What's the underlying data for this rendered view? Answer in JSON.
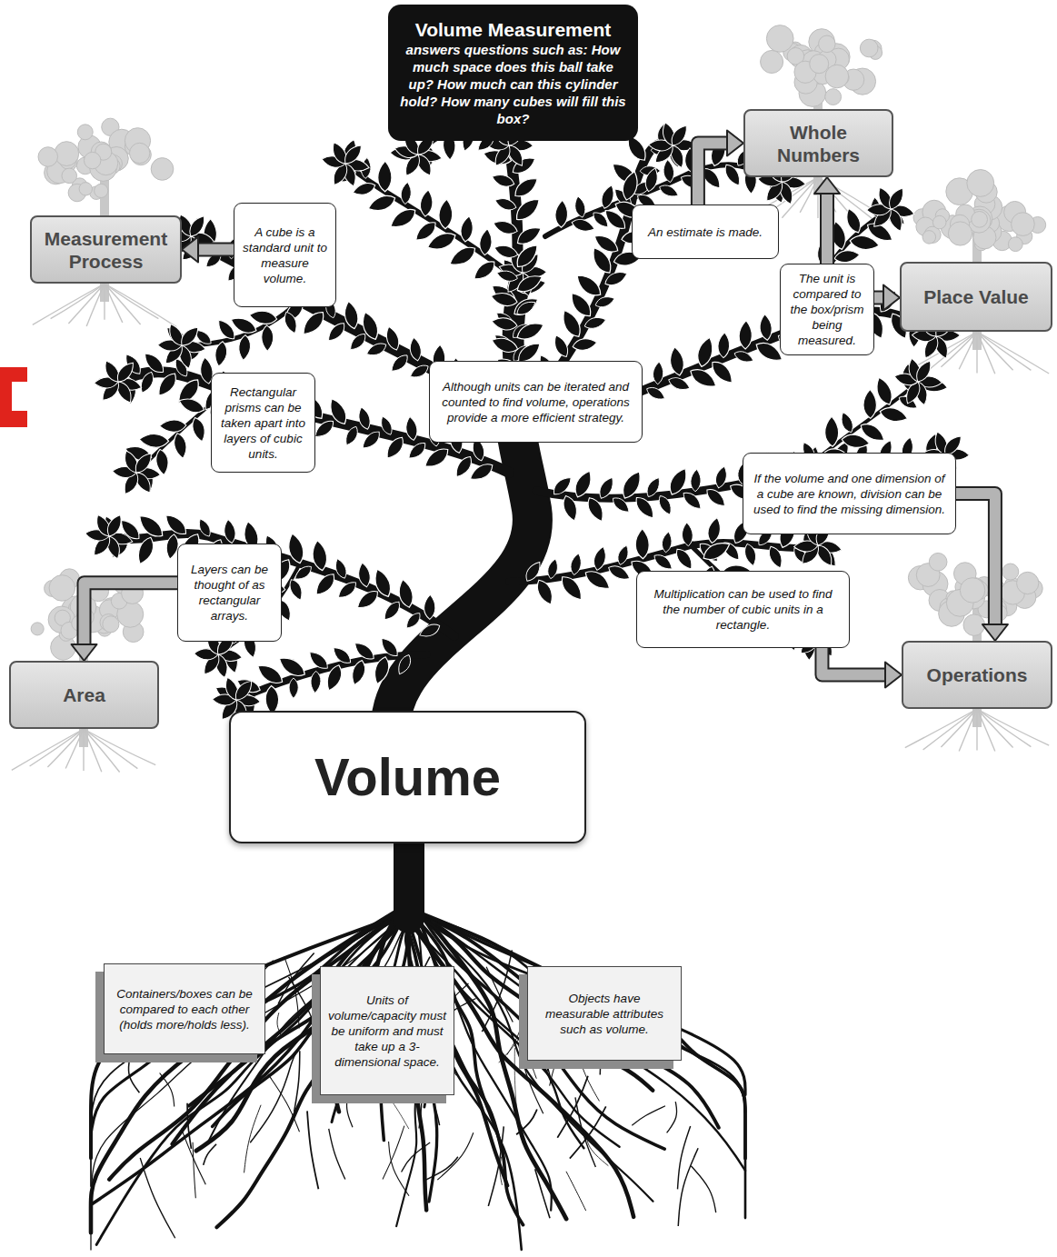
{
  "diagram": {
    "nodes": [
      {
        "text": [
          "Volume Measurement",
          "answers questions such as: How much space does this ball take up? How much can this cylinder hold? How many cubes will fill this box?"
        ]
      },
      {
        "text": [
          "Whole Numbers"
        ]
      },
      {
        "text": [
          "Measurement Process"
        ]
      },
      {
        "text": [
          "A cube is a standard unit to measure volume."
        ]
      },
      {
        "text": [
          "An estimate is made."
        ]
      },
      {
        "text": [
          "The unit is compared to the box/prism being measured."
        ]
      },
      {
        "text": [
          "Place Value"
        ]
      },
      {
        "text": [
          "Rectangular prisms can be taken apart into layers of cubic units."
        ]
      },
      {
        "text": [
          "Although units can be iterated and counted to find volume, operations provide a more efficient strategy."
        ]
      },
      {
        "text": [
          "If the volume and one dimension of a cube are known, division can be used to find the missing dimension."
        ]
      },
      {
        "text": [
          "Layers can be thought of as rectangular arrays."
        ]
      },
      {
        "text": [
          "Multiplication can be used to find the number of cubic units in a rectangle."
        ]
      },
      {
        "text": [
          "Operations"
        ]
      },
      {
        "text": [
          "Area"
        ]
      },
      {
        "text": [
          "Volume"
        ]
      },
      {
        "text": [
          "Containers/boxes can be compared to each other (holds more/holds less)."
        ]
      },
      {
        "text": [
          "Units of volume/capacity must be uniform and must take up a 3-dimensional space."
        ]
      },
      {
        "text": [
          "Objects have measurable attributes such as volume."
        ]
      }
    ],
    "edges": [
      {
        "from": 3,
        "to": 2,
        "arrow": "to"
      },
      {
        "from": 4,
        "to": 1,
        "arrow": "to"
      },
      {
        "from": 5,
        "to": 1,
        "arrow": "to"
      },
      {
        "from": 5,
        "to": 6,
        "arrow": "to"
      },
      {
        "from": 10,
        "to": 13,
        "arrow": "to"
      },
      {
        "from": 9,
        "to": 12,
        "arrow": "to"
      },
      {
        "from": 11,
        "to": 12,
        "arrow": "to"
      }
    ]
  }
}
